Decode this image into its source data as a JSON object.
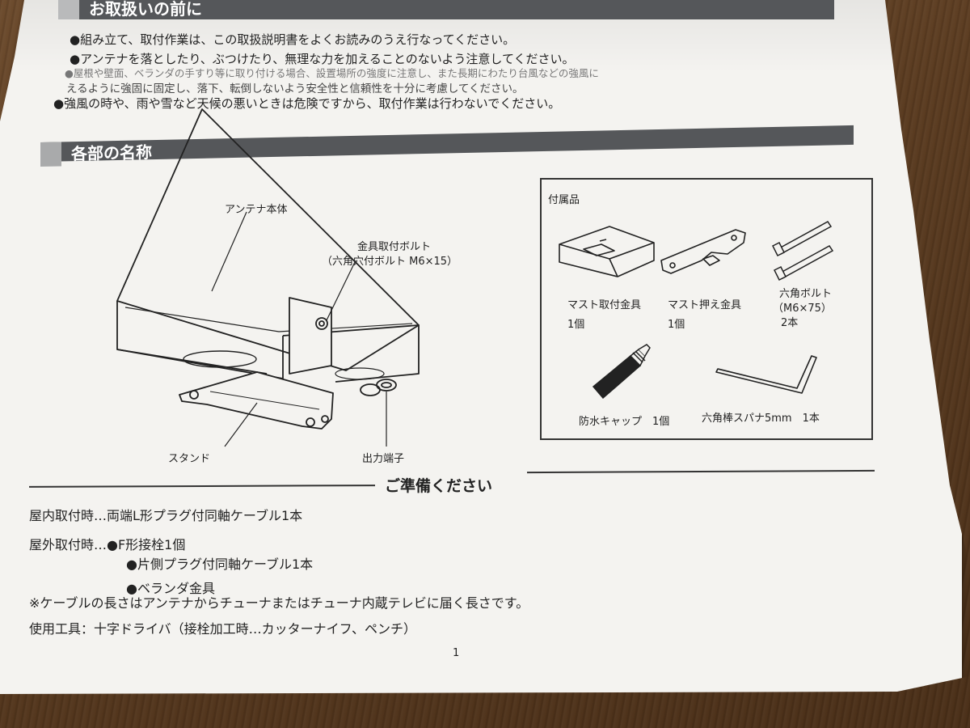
{
  "section_handling": {
    "title": "お取扱いの前に",
    "notes": [
      "●組み立て、取付作業は、この取扱説明書をよくお読みのうえ行なってください。",
      "●アンテナを落としたり、ぶつけたり、無理な力を加えることのないよう注意してください。",
      "●屋根や壁面、ベランダの手すり等に取り付ける場合、設置場所の強度に注意し、また長期にわたり台風などの強風に",
      "えるように強固に固定し、落下、転倒しないよう安全性と信頼性を十分に考慮してください。",
      "●強風の時や、雨や雪など天候の悪いときは危険ですから、取付作業は行わないでください。"
    ]
  },
  "section_parts": {
    "title": "各部の名称",
    "labels": {
      "antenna_body": "アンテナ本体",
      "bolt_line1": "金具取付ボルト",
      "bolt_line2": "（六角穴付ボルト M6×15）",
      "stand": "スタンド",
      "output_terminal": "出力端子"
    }
  },
  "accessories": {
    "heading": "付属品",
    "items": [
      {
        "name": "マスト取付金具",
        "qty": "1個"
      },
      {
        "name": "マスト押え金具",
        "qty": "1個"
      },
      {
        "name": "六角ボルト",
        "spec": "（M6×75）",
        "qty": "2本"
      },
      {
        "name": "防水キャップ　1個"
      },
      {
        "name": "六角棒スパナ5mm　1本"
      }
    ]
  },
  "preparation": {
    "title": "ご準備ください",
    "lines": [
      "屋内取付時…両端L形プラグ付同軸ケーブル1本",
      "屋外取付時…●F形接栓1個",
      "●片側プラグ付同軸ケーブル1本",
      "●ベランダ金具",
      "※ケーブルの長さはアンテナからチューナまたはチューナ内蔵テレビに届く長さです。",
      "使用工具：十字ドライバ（接栓加工時…カッターナイフ、ペンチ）"
    ]
  },
  "page_number": "1"
}
